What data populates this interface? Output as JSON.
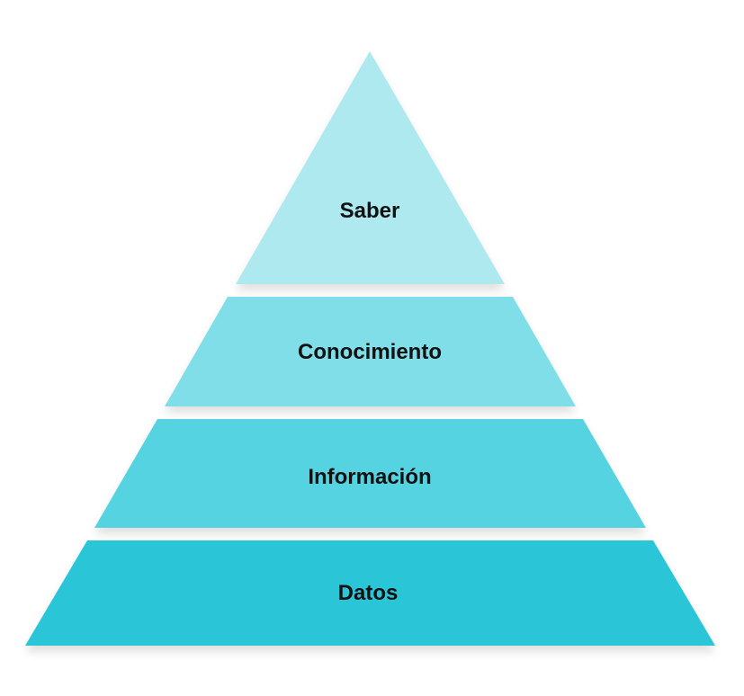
{
  "pyramid": {
    "levels": [
      {
        "label": "Saber",
        "color": "#AEE9F0"
      },
      {
        "label": "Conocimiento",
        "color": "#80DEE8"
      },
      {
        "label": "Información",
        "color": "#54D3E0"
      },
      {
        "label": "Datos",
        "color": "#2AC6D8"
      }
    ]
  }
}
